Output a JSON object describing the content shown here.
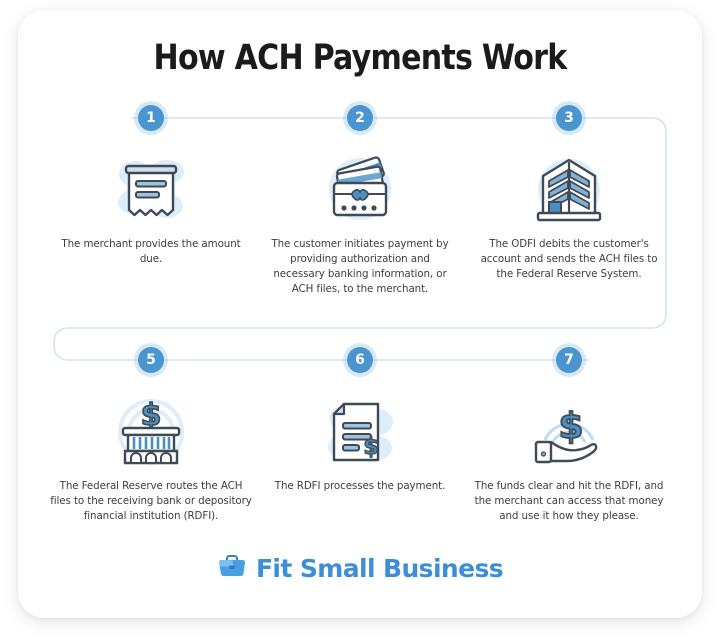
{
  "title": "How ACH Payments Work",
  "colors": {
    "accent_blue": "#4a94cf",
    "halo_blue": "#8fc1e6",
    "connector_line": "#cfe4f4",
    "icon_outline": "#3f4a56",
    "icon_fill": "#4a8fc0",
    "icon_blob": "#ddeefb",
    "brand_blue": "#3d8ed6",
    "title_color": "#1b1b1b",
    "body_text": "#3b3f45",
    "card_background": "#ffffff"
  },
  "steps": [
    {
      "number": "1",
      "icon": "receipt-icon",
      "text": "The merchant provides the amount due."
    },
    {
      "number": "2",
      "icon": "credit-cards-icon",
      "text": "The customer initiates payment by providing authorization and necessary banking information, or ACH files, to the merchant."
    },
    {
      "number": "3",
      "icon": "office-building-icon",
      "text": "The ODFI debits the customer's account and sends the ACH files to the Federal Reserve System."
    },
    {
      "number": "5",
      "icon": "bank-dollar-icon",
      "text": "The Federal Reserve routes the ACH files to the receiving bank or depository financial institution (RDFI)."
    },
    {
      "number": "6",
      "icon": "invoice-dollar-icon",
      "text": "The RDFI processes the payment."
    },
    {
      "number": "7",
      "icon": "hand-holding-dollar-icon",
      "text": "The funds clear and hit the RDFI, and the merchant can access that money and use it how they please."
    }
  ],
  "brand": {
    "name": "Fit Small Business",
    "icon": "briefcase-icon"
  }
}
